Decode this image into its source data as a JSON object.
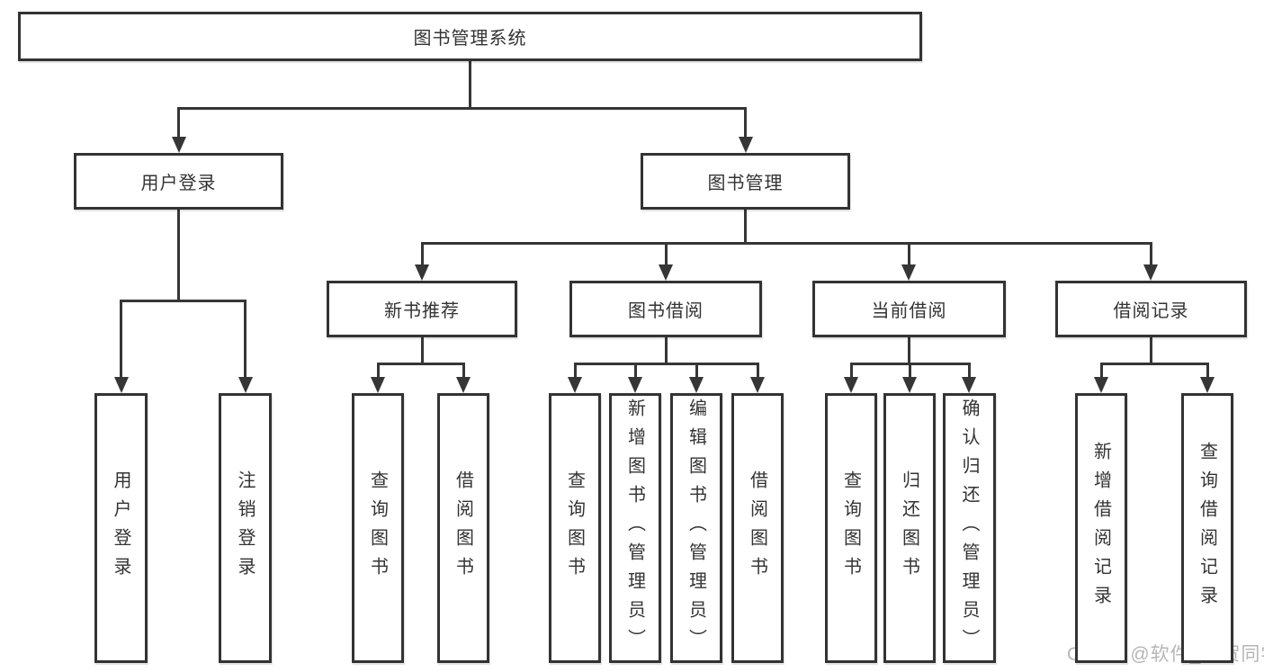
{
  "diagram": {
    "title": "图书管理系统",
    "nodes": [
      {
        "id": "root",
        "label": "图书管理系统",
        "level": 1
      },
      {
        "id": "user-login",
        "label": "用户登录",
        "level": 2
      },
      {
        "id": "book-management",
        "label": "图书管理",
        "level": 2
      },
      {
        "id": "new-book-recommendation",
        "label": "新书推荐",
        "level": 3
      },
      {
        "id": "book-borrowing",
        "label": "图书借阅",
        "level": 3
      },
      {
        "id": "current-borrowing",
        "label": "当前借阅",
        "level": 3
      },
      {
        "id": "borrowing-records",
        "label": "借阅记录",
        "level": 3
      },
      {
        "id": "login-user",
        "label": "用户登录",
        "level": 4,
        "vertical": true
      },
      {
        "id": "logout-user",
        "label": "注销登录",
        "level": 4,
        "vertical": true
      },
      {
        "id": "search-books-recommend",
        "label": "查询图书",
        "level": 4,
        "vertical": true
      },
      {
        "id": "borrow-books-recommend",
        "label": "借阅图书",
        "level": 4,
        "vertical": true
      },
      {
        "id": "search-books-borrowing",
        "label": "查询图书",
        "level": 4,
        "vertical": true
      },
      {
        "id": "add-books-admin",
        "label": "新增图书（管理员）",
        "level": 4,
        "vertical": true
      },
      {
        "id": "edit-books-admin",
        "label": "编辑图书（管理员）",
        "level": 4,
        "vertical": true
      },
      {
        "id": "borrow-books",
        "label": "借阅图书",
        "level": 4,
        "vertical": true
      },
      {
        "id": "search-books-current",
        "label": "查询图书",
        "level": 4,
        "vertical": true
      },
      {
        "id": "return-books",
        "label": "归还图书",
        "level": 4,
        "vertical": true
      },
      {
        "id": "confirm-return-admin",
        "label": "确认归还（管理员）",
        "level": 4,
        "vertical": true
      },
      {
        "id": "add-borrow-record",
        "label": "新增借阅记录",
        "level": 4,
        "vertical": true
      },
      {
        "id": "search-borrow-record",
        "label": "查询借阅记录",
        "level": 4,
        "vertical": true
      }
    ],
    "edges": [
      [
        "root",
        "user-login"
      ],
      [
        "root",
        "book-management"
      ],
      [
        "user-login",
        "login-user"
      ],
      [
        "user-login",
        "logout-user"
      ],
      [
        "book-management",
        "new-book-recommendation"
      ],
      [
        "book-management",
        "book-borrowing"
      ],
      [
        "book-management",
        "current-borrowing"
      ],
      [
        "book-management",
        "borrowing-records"
      ],
      [
        "new-book-recommendation",
        "search-books-recommend"
      ],
      [
        "new-book-recommendation",
        "borrow-books-recommend"
      ],
      [
        "book-borrowing",
        "search-books-borrowing"
      ],
      [
        "book-borrowing",
        "add-books-admin"
      ],
      [
        "book-borrowing",
        "edit-books-admin"
      ],
      [
        "book-borrowing",
        "borrow-books"
      ],
      [
        "current-borrowing",
        "search-books-current"
      ],
      [
        "current-borrowing",
        "return-books"
      ],
      [
        "current-borrowing",
        "confirm-return-admin"
      ],
      [
        "borrowing-records",
        "add-borrow-record"
      ],
      [
        "borrowing-records",
        "search-borrow-record"
      ]
    ],
    "colors": {
      "line": "#363636",
      "border": "#333333",
      "text": "#333333",
      "watermark": "#b6b6b6",
      "background": "#ffffff"
    }
  },
  "watermark": {
    "text": "CSDN @软件_小贺同学"
  }
}
